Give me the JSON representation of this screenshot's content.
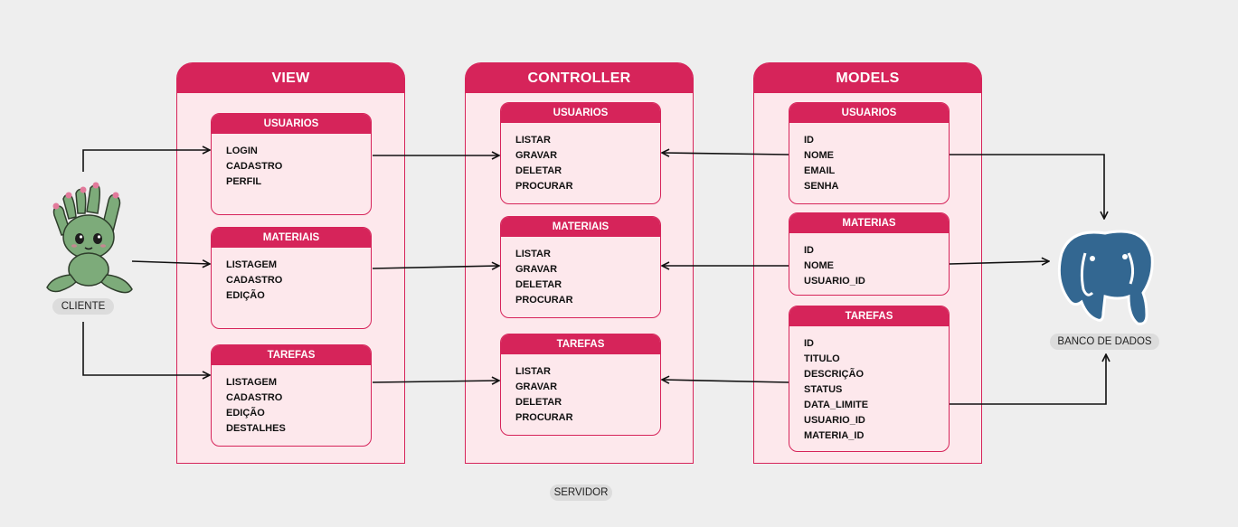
{
  "columns": [
    {
      "title": "VIEW",
      "cards": [
        {
          "title": "USUARIOS",
          "fields": [
            "LOGIN",
            "CADASTRO",
            "PERFIL"
          ]
        },
        {
          "title": "MATERIAIS",
          "fields": [
            "LISTAGEM",
            "CADASTRO",
            "EDIÇÃO"
          ]
        },
        {
          "title": "TAREFAS",
          "fields": [
            "LISTAGEM",
            "CADASTRO",
            "EDIÇÃO",
            "DESTALHES"
          ]
        }
      ]
    },
    {
      "title": "CONTROLLER",
      "cards": [
        {
          "title": "USUARIOS",
          "fields": [
            "LISTAR",
            "GRAVAR",
            "DELETAR",
            "PROCURAR"
          ]
        },
        {
          "title": "MATERIAIS",
          "fields": [
            "LISTAR",
            "GRAVAR",
            "DELETAR",
            "PROCURAR"
          ]
        },
        {
          "title": "TAREFAS",
          "fields": [
            "LISTAR",
            "GRAVAR",
            "DELETAR",
            "PROCURAR"
          ]
        }
      ]
    },
    {
      "title": "MODELS",
      "cards": [
        {
          "title": "USUARIOS",
          "fields": [
            "ID",
            "NOME",
            "EMAIL",
            "SENHA"
          ]
        },
        {
          "title": "MATERIAS",
          "fields": [
            "ID",
            "NOME",
            "USUARIO_ID"
          ]
        },
        {
          "title": "TAREFAS",
          "fields": [
            "ID",
            "TITULO",
            "DESCRIÇÃO",
            "STATUS",
            "DATA_LIMITE",
            "USUARIO_ID",
            "MATERIA_ID"
          ]
        }
      ]
    }
  ],
  "labels": {
    "client": "CLIENTE",
    "database": "BANCO DE DADOS",
    "server": "SERVIDOR"
  },
  "icons": {
    "client": "cactus-mascot-icon",
    "database": "postgresql-elephant-icon"
  },
  "colors": {
    "accent": "#d6245a",
    "panel": "#fde8ec",
    "background": "#eeeeee",
    "pill": "#dcdcdc"
  }
}
